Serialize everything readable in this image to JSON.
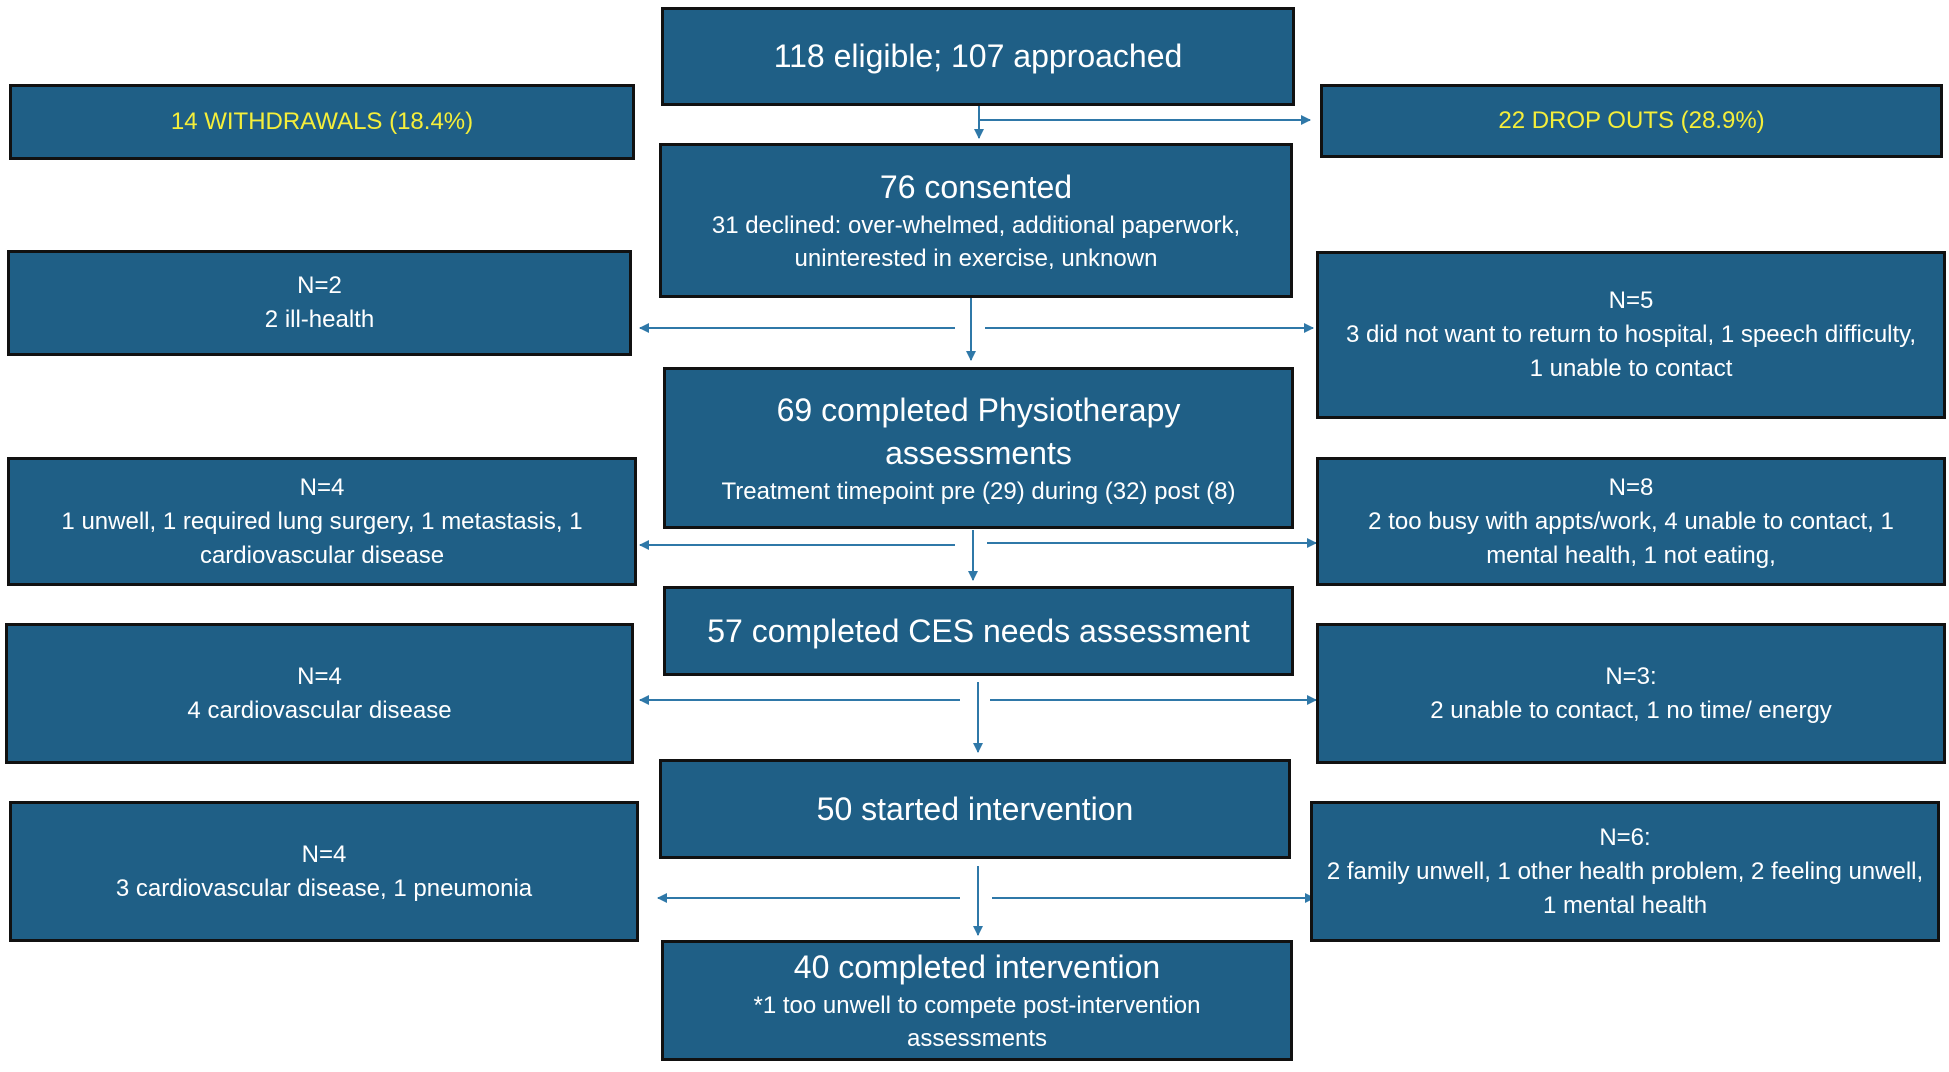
{
  "headers": {
    "withdrawals": "14 WITHDRAWALS (18.4%)",
    "dropouts": "22 DROP OUTS (28.9%)"
  },
  "main": [
    {
      "title": "118 eligible; 107  approached",
      "lines": []
    },
    {
      "title": "76 consented",
      "lines": [
        "31 declined: over-whelmed, additional paperwork,",
        "uninterested in exercise, unknown"
      ]
    },
    {
      "title": "69 completed Physiotherapy assessments",
      "lines": [
        "Treatment timepoint pre (29) during (32) post (8)"
      ]
    },
    {
      "title": "57 completed CES needs assessment",
      "lines": []
    },
    {
      "title": "50 started intervention",
      "lines": []
    },
    {
      "title": "40 completed intervention",
      "lines": [
        "*1 too unwell to compete post-intervention assessments"
      ]
    }
  ],
  "withdrawals": [
    {
      "n": "N=2",
      "text": "2 ill-health"
    },
    {
      "n": "N=4",
      "text": "1 unwell, 1 required lung surgery, 1 metastasis, 1 cardiovascular disease"
    },
    {
      "n": "N=4",
      "text": "4 cardiovascular disease"
    },
    {
      "n": "N=4",
      "text": "3 cardiovascular disease, 1 pneumonia"
    }
  ],
  "dropouts": [
    {
      "n": "N=5",
      "text": "3 did not want to return to hospital, 1 speech difficulty, 1 unable to contact"
    },
    {
      "n": "N=8",
      "text": "2 too busy with appts/work, 4 unable to contact, 1 mental health, 1 not eating,"
    },
    {
      "n": "N=3:",
      "text": "2 unable to contact, 1 no time/ energy"
    },
    {
      "n": "N=6:",
      "text": "2 family unwell, 1 other health problem, 2 feeling unwell, 1 mental health"
    }
  ],
  "colors": {
    "box_fill": "#1f5f86",
    "box_border": "#111111",
    "header_text": "#f5ee3a",
    "arrow": "#2f78a8"
  }
}
